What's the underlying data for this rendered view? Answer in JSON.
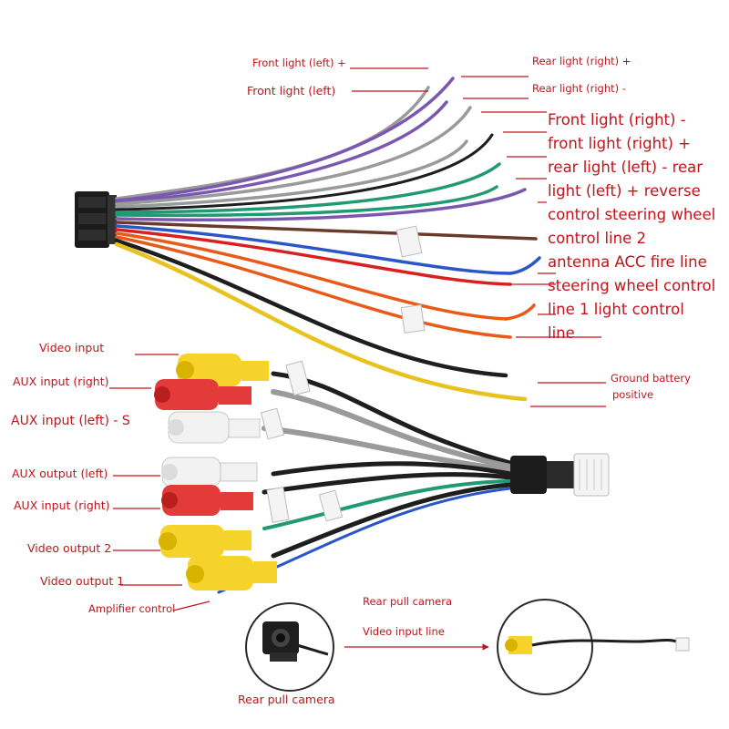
{
  "colors": {
    "label": "#c0141b",
    "wire_gray": "#9a9a9a",
    "wire_purple": "#7b58b0",
    "wire_green": "#1f9a73",
    "wire_brown": "#6b3b2a",
    "wire_blue": "#2a56c8",
    "wire_red": "#d9201f",
    "wire_orange": "#e85a1a",
    "wire_yellow": "#e8c21e",
    "wire_black": "#1e1e1e",
    "rca_yellow": "#f5d32a",
    "rca_red": "#e33a3a",
    "rca_white": "#f2f2f2"
  },
  "harness_labels": {
    "front_left_plus": "Front light (left) +",
    "front_left_minus": "Front light (left)",
    "rear_right_plus": "Rear light (right) +",
    "rear_right_minus": "Rear light (right) -",
    "wire_list": "Front light (right) -\nfront light (right) +\nrear light (left) - rear\nlight (left) + reverse\ncontrol steering wheel\n control line 2\nantenna ACC fire line\nsteering wheel control\n line 1 light control\nline",
    "ground_battery": "Ground battery",
    "positive": "positive"
  },
  "rca_labels": {
    "video_input": "Video input",
    "aux_input_right_1": "AUX input (right)",
    "aux_input_left": "AUX input (left) - S",
    "aux_output_left": "AUX output (left)",
    "aux_input_right_2": "AUX input (right)",
    "video_output_2": "Video output 2",
    "video_output_1": "Video output 1",
    "amplifier_control": "Amplifier control"
  },
  "camera_labels": {
    "rear_pull_camera_top": "Rear pull camera",
    "video_input_line": "Video input line",
    "rear_pull_camera_bottom": "Rear pull camera"
  }
}
